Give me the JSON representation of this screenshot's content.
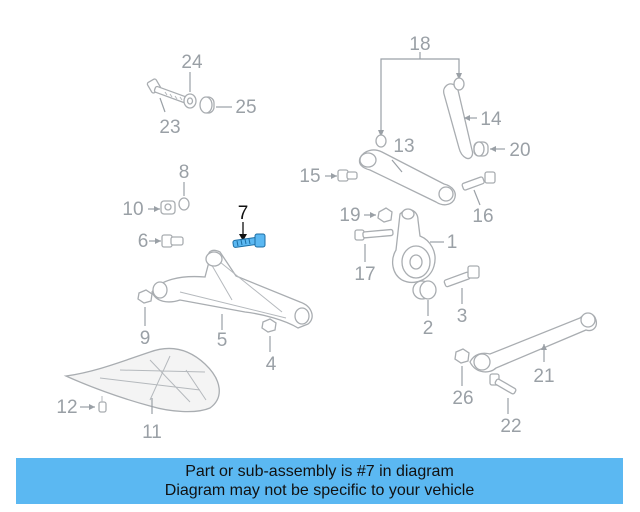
{
  "callouts": {
    "c1": "1",
    "c2": "2",
    "c3": "3",
    "c4": "4",
    "c5": "5",
    "c6": "6",
    "c7": "7",
    "c8": "8",
    "c9": "9",
    "c10": "10",
    "c11": "11",
    "c12": "12",
    "c13": "13",
    "c14": "14",
    "c15": "15",
    "c16": "16",
    "c17": "17",
    "c18": "18",
    "c19": "19",
    "c20": "20",
    "c21": "21",
    "c22": "22",
    "c23": "23",
    "c24": "24",
    "c25": "25",
    "c26": "26"
  },
  "highlighted_part": "7",
  "colors": {
    "highlight": "#5bb8f2",
    "banner": "#5bb8f2",
    "lines": "#9aa0a6"
  },
  "banner": {
    "line1": "Part or sub-assembly is #7 in diagram",
    "line2": "Diagram may not be specific to your vehicle"
  }
}
